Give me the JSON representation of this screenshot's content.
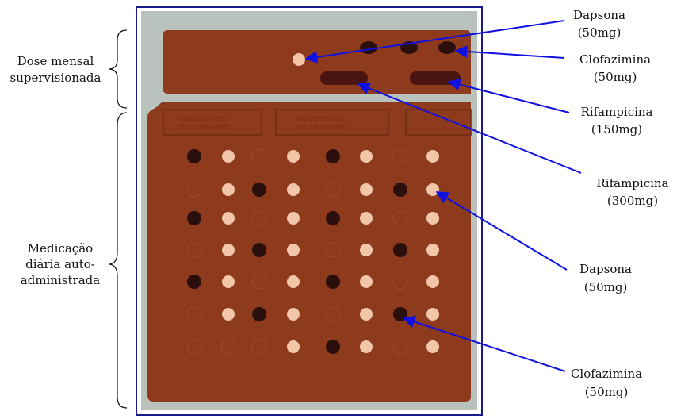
{
  "side_labels": {
    "monthly": [
      "Dose mensal",
      "supervisionada"
    ],
    "daily": [
      "Medicação",
      "diária auto-",
      "administrada"
    ]
  },
  "callouts": [
    {
      "id": "dapsona-top",
      "lines": [
        "Dapsona",
        "(50mg)"
      ]
    },
    {
      "id": "clofazimina-top",
      "lines": [
        "Clofazimina",
        "(50mg)"
      ]
    },
    {
      "id": "rifampicina-150",
      "lines": [
        "Rifampicina",
        "(150mg)"
      ]
    },
    {
      "id": "rifampicina-300",
      "lines": [
        "Rifampicina",
        "(300mg)"
      ]
    },
    {
      "id": "dapsona-daily",
      "lines": [
        "Dapsona",
        "(50mg)"
      ]
    },
    {
      "id": "clofazimina-daily",
      "lines": [
        "Clofazimina",
        "(50mg)"
      ]
    }
  ],
  "blister_text": {
    "protect": [
      "Protect from light",
      "heat and moisture"
    ]
  },
  "colors": {
    "frame": "#1a1a8c",
    "arrow": "#1010e0",
    "blister": "#8e3a1c",
    "blister_dark": "#6e2a12",
    "background_mat": "#b9c2bd",
    "dapsone": "#f2c6a8",
    "clofazimine": "#2a0f0c",
    "rifampicin": "#4a1410"
  }
}
